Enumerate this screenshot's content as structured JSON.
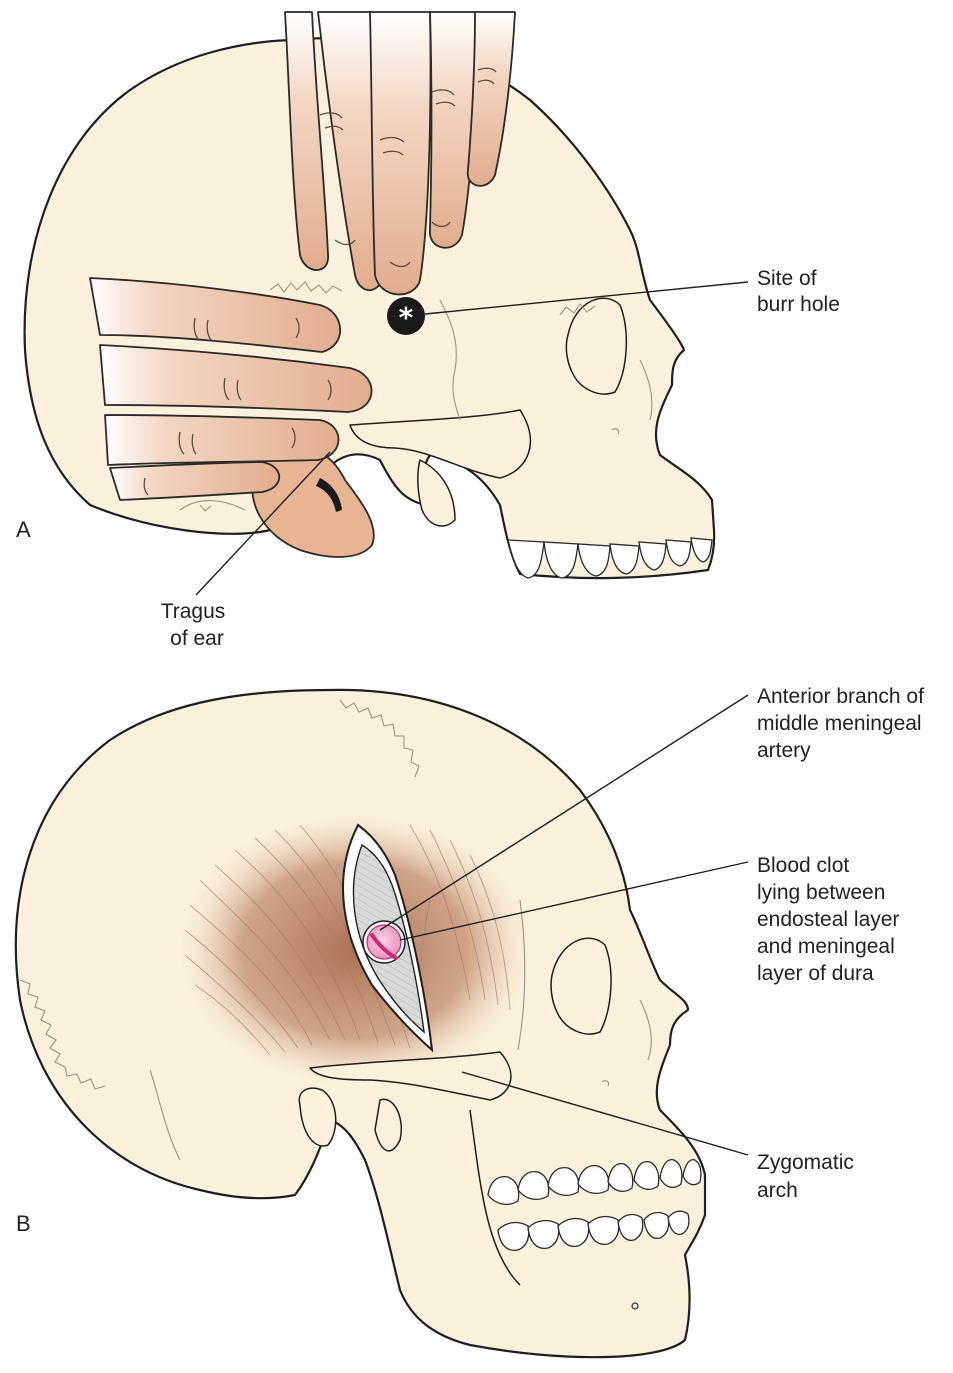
{
  "panels": {
    "a": {
      "letter": "A"
    },
    "b": {
      "letter": "B"
    }
  },
  "labels": {
    "burr_hole": [
      "Site of",
      "burr hole"
    ],
    "tragus": [
      "Tragus",
      "of ear"
    ],
    "artery": [
      "Anterior branch of",
      "middle meningeal",
      "artery"
    ],
    "clot": [
      "Blood clot",
      "lying between",
      "endosteal layer",
      "and meningeal",
      "layer of dura"
    ],
    "zygomatic": [
      "Zygomatic",
      "arch"
    ]
  },
  "symbols": {
    "burr_marker": "*"
  },
  "colors": {
    "bone": "#fbf1dc",
    "skin": "#e8b898",
    "bruise": "#b07a5c",
    "dura": "#d9d9d9",
    "clot": "#f2a6c8",
    "artery": "#d0287a",
    "marker": "#1a1a1a"
  }
}
